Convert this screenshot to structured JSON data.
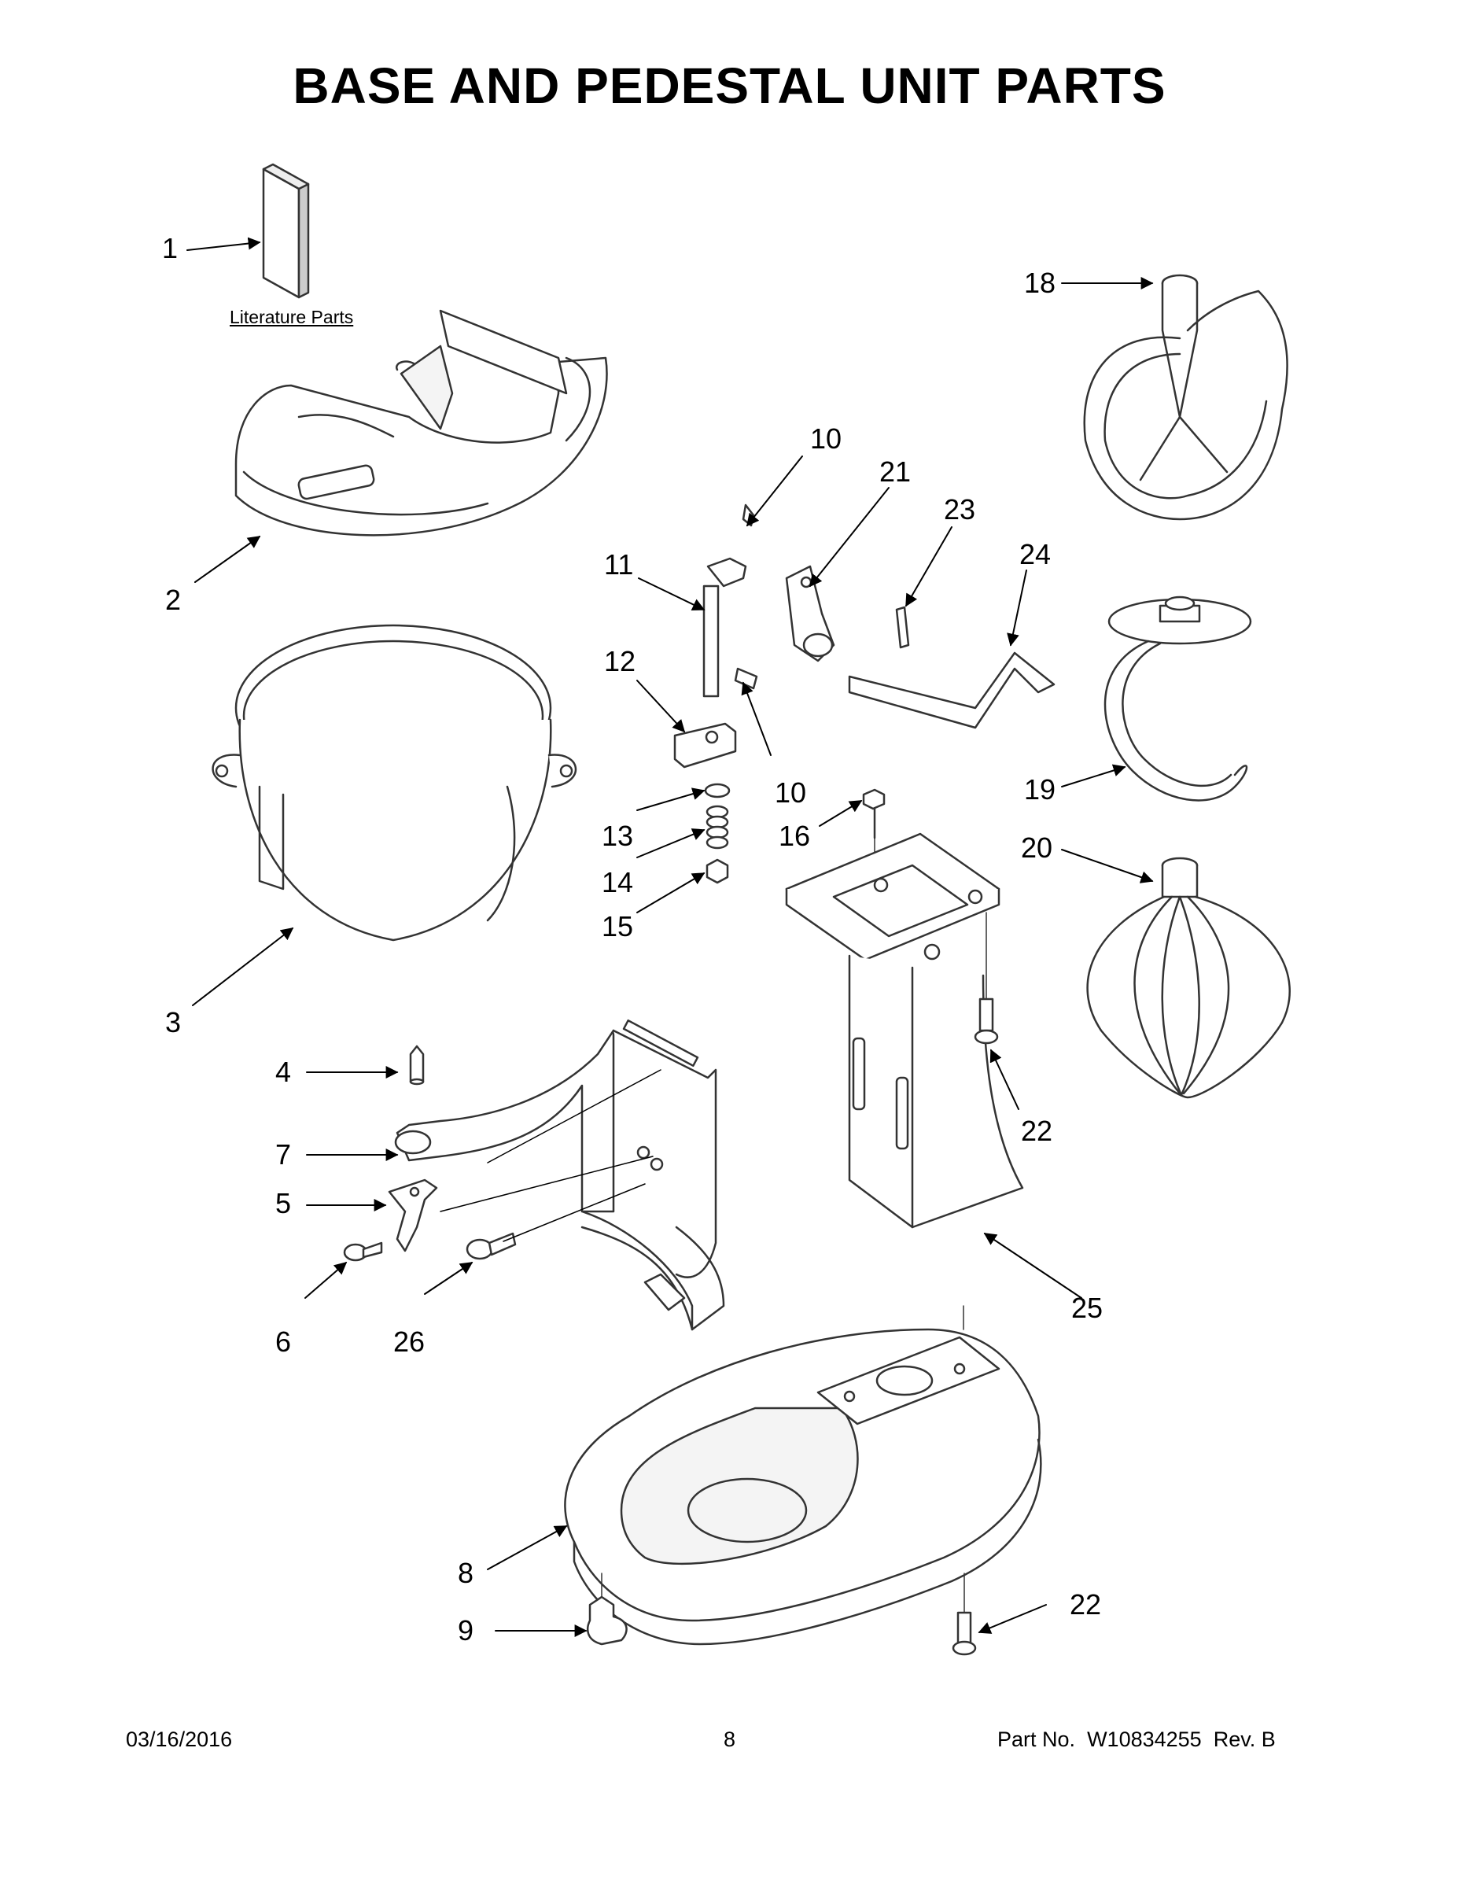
{
  "page": {
    "title": "BASE AND PEDESTAL UNIT PARTS",
    "literature_label": "Literature Parts"
  },
  "callouts": [
    "1",
    "2",
    "3",
    "4",
    "5",
    "6",
    "7",
    "8",
    "9",
    "10",
    "10",
    "11",
    "12",
    "13",
    "14",
    "15",
    "16",
    "18",
    "19",
    "20",
    "21",
    "22",
    "22",
    "23",
    "24",
    "25",
    "26"
  ],
  "footer": {
    "date": "03/16/2016",
    "page_number": "8",
    "part_label": "Part No.",
    "part_number": "W10834255",
    "revision": "Rev. B"
  },
  "colors": {
    "ink": "#000000",
    "line": "#333333",
    "paper": "#ffffff",
    "shade": "#e6e6e6"
  }
}
